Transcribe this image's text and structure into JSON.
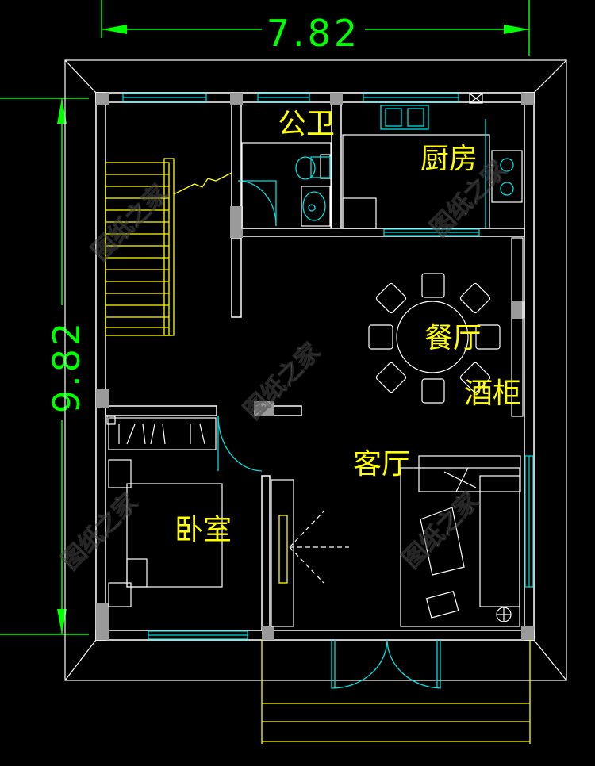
{
  "dimensions": {
    "width_label": "7.82",
    "height_label": "9.82"
  },
  "rooms": {
    "bathroom": "公卫",
    "kitchen": "厨房",
    "dining": "餐厅",
    "wine_cabinet": "酒柜",
    "living": "客厅",
    "bedroom": "卧室"
  },
  "watermark": "图纸之家",
  "colors": {
    "background": "#000000",
    "dimension": "#00ff00",
    "label": "#ffff00",
    "window": "#00e0e0",
    "wall": "#ffffff",
    "column": "#9a9a9a"
  }
}
